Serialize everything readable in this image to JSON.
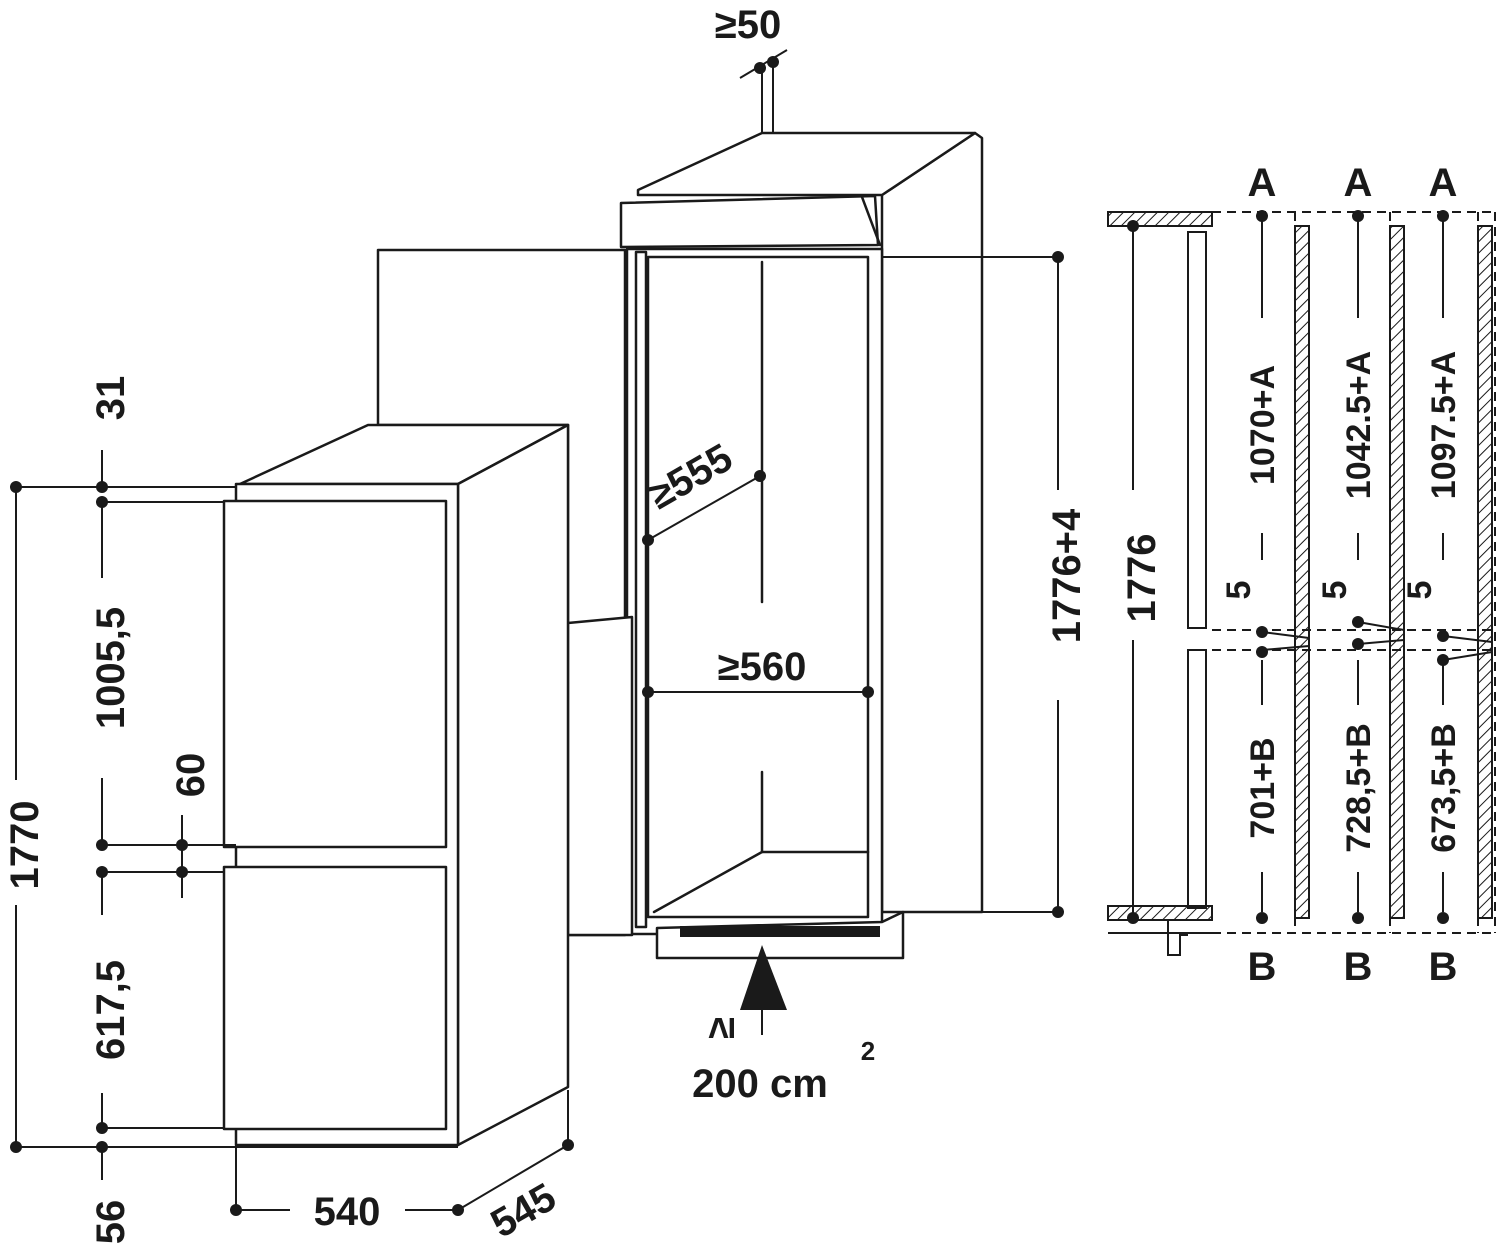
{
  "dimensions": {
    "top_clearance": "≥50",
    "frame_height": "1776+4",
    "inner_width": "≥560",
    "inner_depth": "≥555",
    "vent_symbol": "≥",
    "vent_area": "200 cm",
    "vent_area_exp": "2",
    "total_height": "1770",
    "top_gap": "31",
    "upper_door": "1005,5",
    "door_gap": "60",
    "lower_door": "617,5",
    "bottom_gap": "56",
    "appliance_width": "540",
    "appliance_depth": "545",
    "niche_height": "1776"
  },
  "door_options": [
    {
      "top_label": "A",
      "upper": "1070+A",
      "gap": "5",
      "lower": "701+B",
      "bottom_label": "B"
    },
    {
      "top_label": "A",
      "upper": "1042.5+A",
      "gap": "5",
      "lower": "728,5+B",
      "bottom_label": "B"
    },
    {
      "top_label": "A",
      "upper": "1097.5+A",
      "gap": "5",
      "lower": "673,5+B",
      "bottom_label": "B"
    }
  ]
}
